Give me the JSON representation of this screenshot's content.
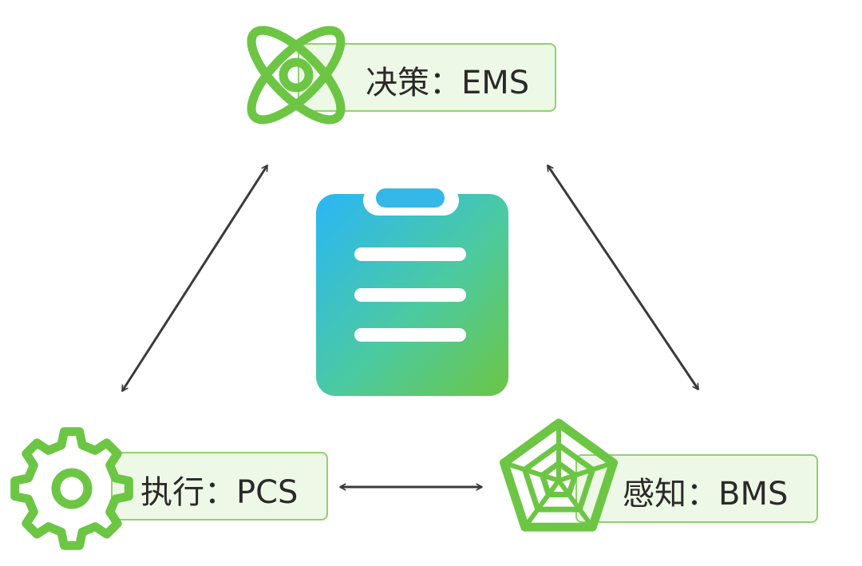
{
  "nodes": {
    "ems": {
      "label": "决策：EMS",
      "icon": "atom-icon"
    },
    "pcs": {
      "label": "执行：PCS",
      "icon": "gear-icon"
    },
    "bms": {
      "label": "感知：BMS",
      "icon": "radar-chart-icon"
    },
    "center": {
      "icon": "clipboard-icon"
    }
  },
  "colors": {
    "icon_green": "#6cc644",
    "box_fill": "#eef8e6",
    "box_stroke": "#8fd16f",
    "arrow": "#3a3a3a",
    "clipboard_top": "#29b6f6",
    "clipboard_bottom": "#6cc644"
  }
}
